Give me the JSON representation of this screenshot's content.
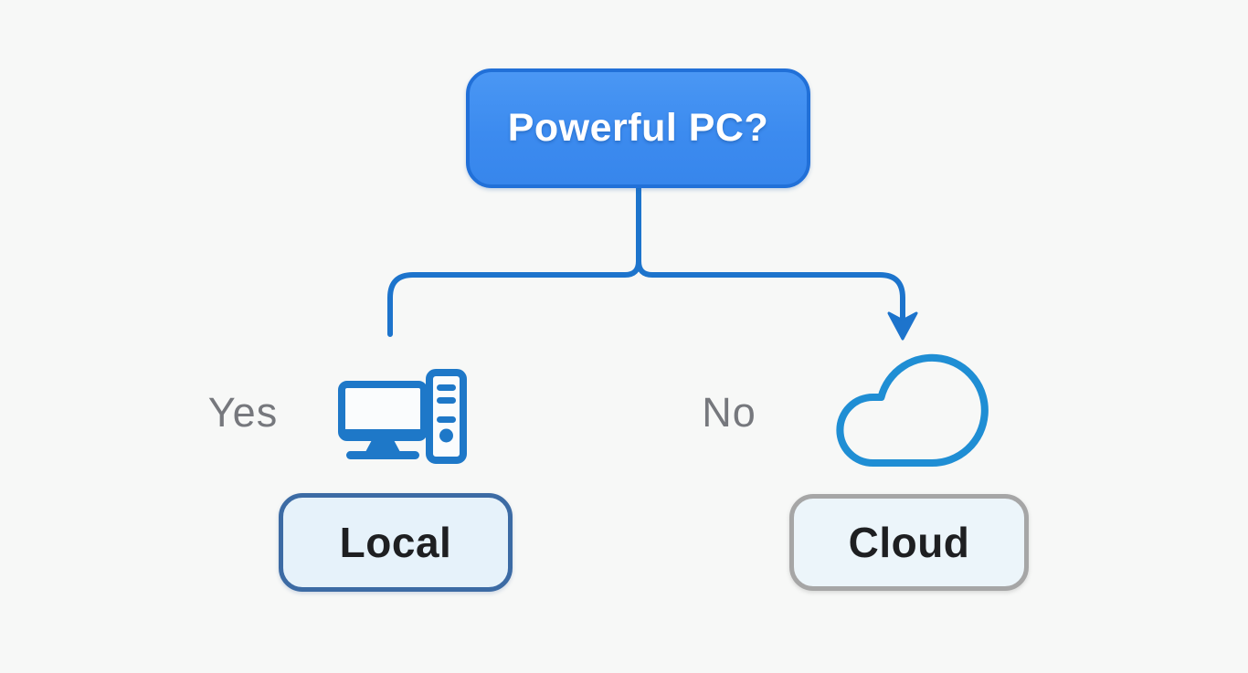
{
  "diagram": {
    "type": "decision-flowchart",
    "background_color": "#f7f8f7",
    "connector_color": "#1d74cc",
    "decision": {
      "label": "Powerful PC?",
      "fill": "#3c8bef",
      "border_color": "#2170d8",
      "text_color": "#ffffff"
    },
    "branches": {
      "yes": {
        "label": "Yes",
        "label_color": "#76787d",
        "icon": "desktop-computer-icon",
        "icon_color": "#1e78c8",
        "outcome": {
          "label": "Local",
          "fill": "#e6f2fa",
          "border_color": "#3c6ba4",
          "text_color": "#1e1f21"
        }
      },
      "no": {
        "label": "No",
        "label_color": "#76787d",
        "icon": "cloud-icon",
        "icon_color": "#1f8ed4",
        "outcome": {
          "label": "Cloud",
          "fill": "#ecf5fa",
          "border_color": "#a6a6a6",
          "text_color": "#1e1f21"
        }
      }
    }
  }
}
